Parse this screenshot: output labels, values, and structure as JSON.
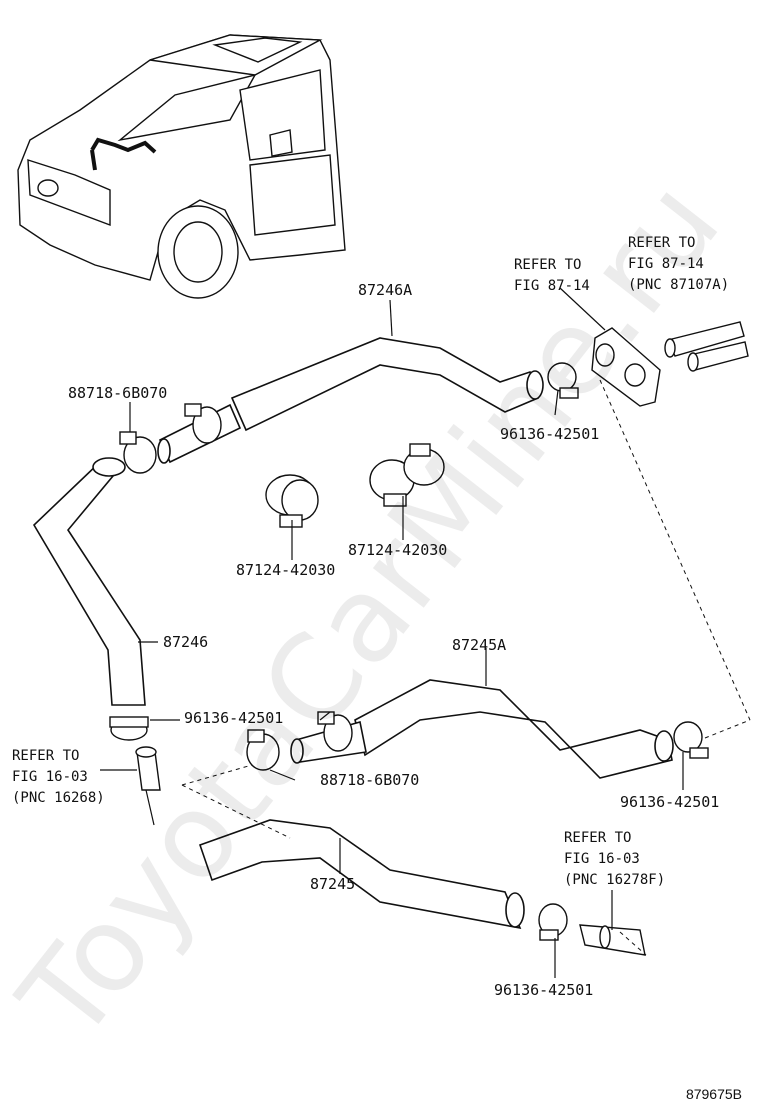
{
  "diagram": {
    "part_labels": {
      "p87246A": "87246A",
      "p87246": "87246",
      "p87245A": "87245A",
      "p87245": "87245",
      "clamp_887_top": "88718-6B070",
      "clamp_887_mid": "88718-6B070",
      "clamp_961_a": "96136-42501",
      "clamp_961_b": "96136-42501",
      "clamp_961_c": "96136-42501",
      "clamp_961_d": "96136-42501",
      "clamp_871_a": "87124-42030",
      "clamp_871_b": "87124-42030"
    },
    "references": {
      "ref_top_mid": "REFER TO\nFIG 87-14",
      "ref_top_right": "REFER TO\nFIG 87-14\n(PNC 87107A)",
      "ref_left": "REFER TO\nFIG 16-03\n(PNC 16268)",
      "ref_bottom_right": "REFER TO\nFIG 16-03\n(PNC 16278F)"
    },
    "watermark": "ToyotaCarMine.ru",
    "diagram_id": "879675B"
  }
}
